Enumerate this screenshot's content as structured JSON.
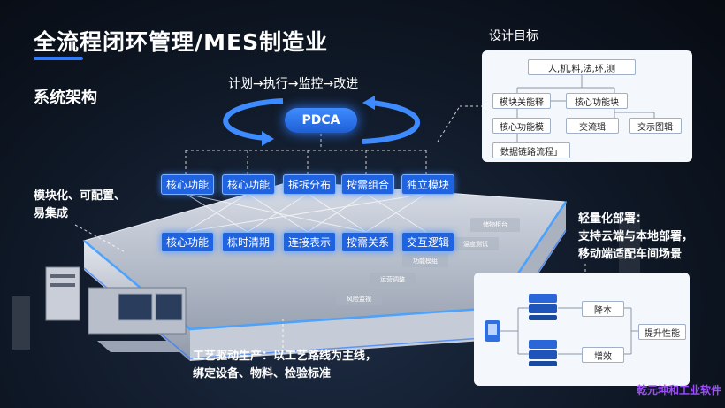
{
  "title": "全流程闭环管理/MES制造业",
  "subtitle": "系统架构",
  "flow": "计划→执行→监控→改进",
  "pdca": "PDCA",
  "tags_top": [
    "核心功能",
    "核心功能",
    "拆拆分布",
    "按需组合",
    "独立模块"
  ],
  "tags_bottom": [
    "核心功能",
    "栋时清期",
    "连接表示",
    "按需关系",
    "交互逻辑"
  ],
  "left_note": [
    "模块化、可配置、",
    "易集成"
  ],
  "bottom_note": [
    "工艺驱动生产：以工艺路线为主线，",
    "绑定设备、物料、检验标准"
  ],
  "right_note": [
    "轻量化部署：",
    "支持云端与本地部署，",
    "移动端适配车间场景"
  ],
  "goal": {
    "title": "设计目标",
    "boxes": [
      "人,机,料,法,环,测",
      "模块关能释",
      "核心功能块",
      "核心功能模",
      "交流辑",
      "交示图辑",
      "数据链路流程」"
    ]
  },
  "deploy": {
    "boxes": [
      "降本",
      "增效",
      "提升性能"
    ]
  },
  "slabs": [
    "储物柜台",
    "温度测试",
    "功能模组",
    "运营调整",
    "风险监视"
  ],
  "watermark": "乾元坤和工业软件",
  "colors": {
    "accent": "#2f7bff",
    "tag": "#1f63e0",
    "text": "#ffffff",
    "panel": "#f4f7fc"
  }
}
